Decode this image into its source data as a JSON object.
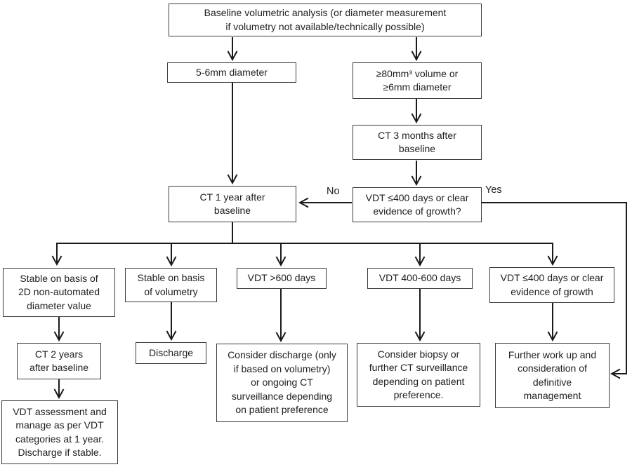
{
  "diagram": {
    "nodes": {
      "baseline": "Baseline volumetric analysis (or diameter measurement\nif volumetry not available/technically possible)",
      "diameter_5_6": "5-6mm diameter",
      "volume_80": "≥80mm³ volume or\n≥6mm diameter",
      "ct_3_months": "CT 3 months after\nbaseline",
      "vdt_question": "VDT ≤400 days or clear\nevidence of growth?",
      "ct_1_year": "CT 1 year after\nbaseline",
      "stable_2d": "Stable on basis of\n2D non-automated\ndiameter value",
      "stable_volumetry": "Stable on basis\nof volumetry",
      "vdt_gt_600": "VDT >600 days",
      "vdt_400_600": "VDT 400-600 days",
      "vdt_le_400_growth": "VDT ≤400 days or clear\nevidence of growth",
      "ct_2_years": "CT 2 years\nafter baseline",
      "vdt_assessment": "VDT assessment and\nmanage as per VDT\ncategories at 1 year.\nDischarge if stable.",
      "discharge": "Discharge",
      "consider_discharge": "Consider discharge (only\nif based on volumetry)\nor ongoing CT\nsurveillance depending\non patient preference",
      "consider_biopsy": "Consider biopsy or\nfurther CT surveillance\ndepending on patient\npreference.",
      "further_workup": "Further work up and\nconsideration of\ndefinitive\nmanagement"
    },
    "edge_labels": {
      "no": "No",
      "yes": "Yes"
    },
    "colors": {
      "background": "#ffffff",
      "box_border": "#3c3c3c",
      "line": "#1a1a1a",
      "text": "#1e1e1e"
    }
  }
}
